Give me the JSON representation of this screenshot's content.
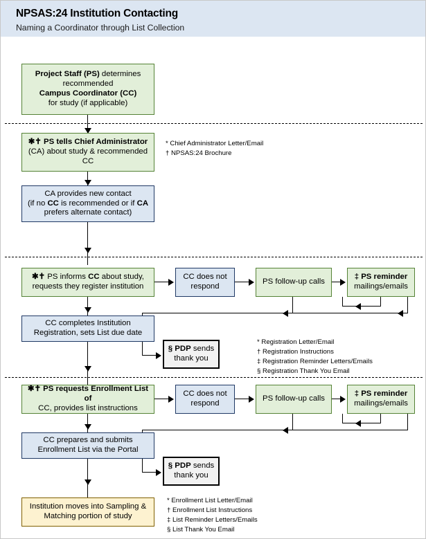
{
  "header": {
    "title": "NPSAS:24 Institution Contacting",
    "subtitle": "Naming a Coordinator through List Collection"
  },
  "nodes": {
    "project_staff": {
      "line1_bold": "Project Staff (PS)",
      "line1_rest": " determines",
      "line2": "recommended",
      "line3_bold": "Campus Coordinator (CC)",
      "line4": "for study (if applicable)"
    },
    "ps_tells_ca": {
      "marks": "✱✝",
      "pre": " PS tells ",
      "bold": "Chief Administrator",
      "line2": "(CA) about study & recommended",
      "line3": "CC"
    },
    "ca_new_contact": {
      "line1": "CA provides new contact",
      "line2_pre": "(if no ",
      "line2_bold": "CC",
      "line2_post": " is recommended or if ",
      "line2_bold2": "CA",
      "line3": "prefers alternate contact)"
    },
    "ps_informs_cc": {
      "marks": "✱✝",
      "line1_pre": "  PS informs ",
      "line1_bold": "CC",
      "line1_post": " about study,",
      "line2": "requests they register institution"
    },
    "cc_no_respond_1": {
      "line1": "CC does not",
      "line2": "respond"
    },
    "ps_followup_1": {
      "label": "PS follow-up calls"
    },
    "ps_reminder_1": {
      "mark": "‡",
      "line1": " PS reminder",
      "line2": "mailings/emails"
    },
    "cc_completes_reg": {
      "line1": "CC completes Institution",
      "line2": "Registration, sets List due date"
    },
    "pdp_thanks_1": {
      "mark": "§",
      "bold": " PDP",
      "rest": " sends",
      "line2": "thank you"
    },
    "ps_requests_list": {
      "marks": "✱✝",
      "line1": " PS requests Enrollment List of",
      "line2": "CC, provides list instructions"
    },
    "cc_no_respond_2": {
      "line1": "CC does not",
      "line2": "respond"
    },
    "ps_followup_2": {
      "label": "PS follow-up calls"
    },
    "ps_reminder_2": {
      "mark": "‡",
      "line1": " PS reminder",
      "line2": "mailings/emails"
    },
    "cc_submits_list": {
      "line1": "CC prepares and submits",
      "line2": "Enrollment List via the Portal"
    },
    "pdp_thanks_2": {
      "mark": "§",
      "bold": " PDP",
      "rest": " sends",
      "line2": "thank you"
    },
    "institution_sampling": {
      "line1": "Institution moves into Sampling &",
      "line2": "Matching portion of study"
    }
  },
  "notes": {
    "contact_notes": [
      "* Chief Administrator Letter/Email",
      "† NPSAS:24 Brochure"
    ],
    "registration_notes": [
      "* Registration Letter/Email",
      "† Registration Instructions",
      "‡ Registration Reminder Letters/Emails",
      "§ Registration Thank You Email"
    ],
    "list_notes": [
      "* Enrollment List Letter/Email",
      "† Enrollment List Instructions",
      "‡ List Reminder Letters/Emails",
      "§ List Thank You Email"
    ]
  },
  "colors": {
    "header_bg": "#dce6f2",
    "green_fill": "#e2efd9",
    "green_border": "#548235",
    "blue_fill": "#dce6f2",
    "blue_border": "#1f3864",
    "white_fill": "#f2f2f2",
    "white_border": "#000000",
    "cream_fill": "#fdf2d0",
    "cream_border": "#806000"
  }
}
